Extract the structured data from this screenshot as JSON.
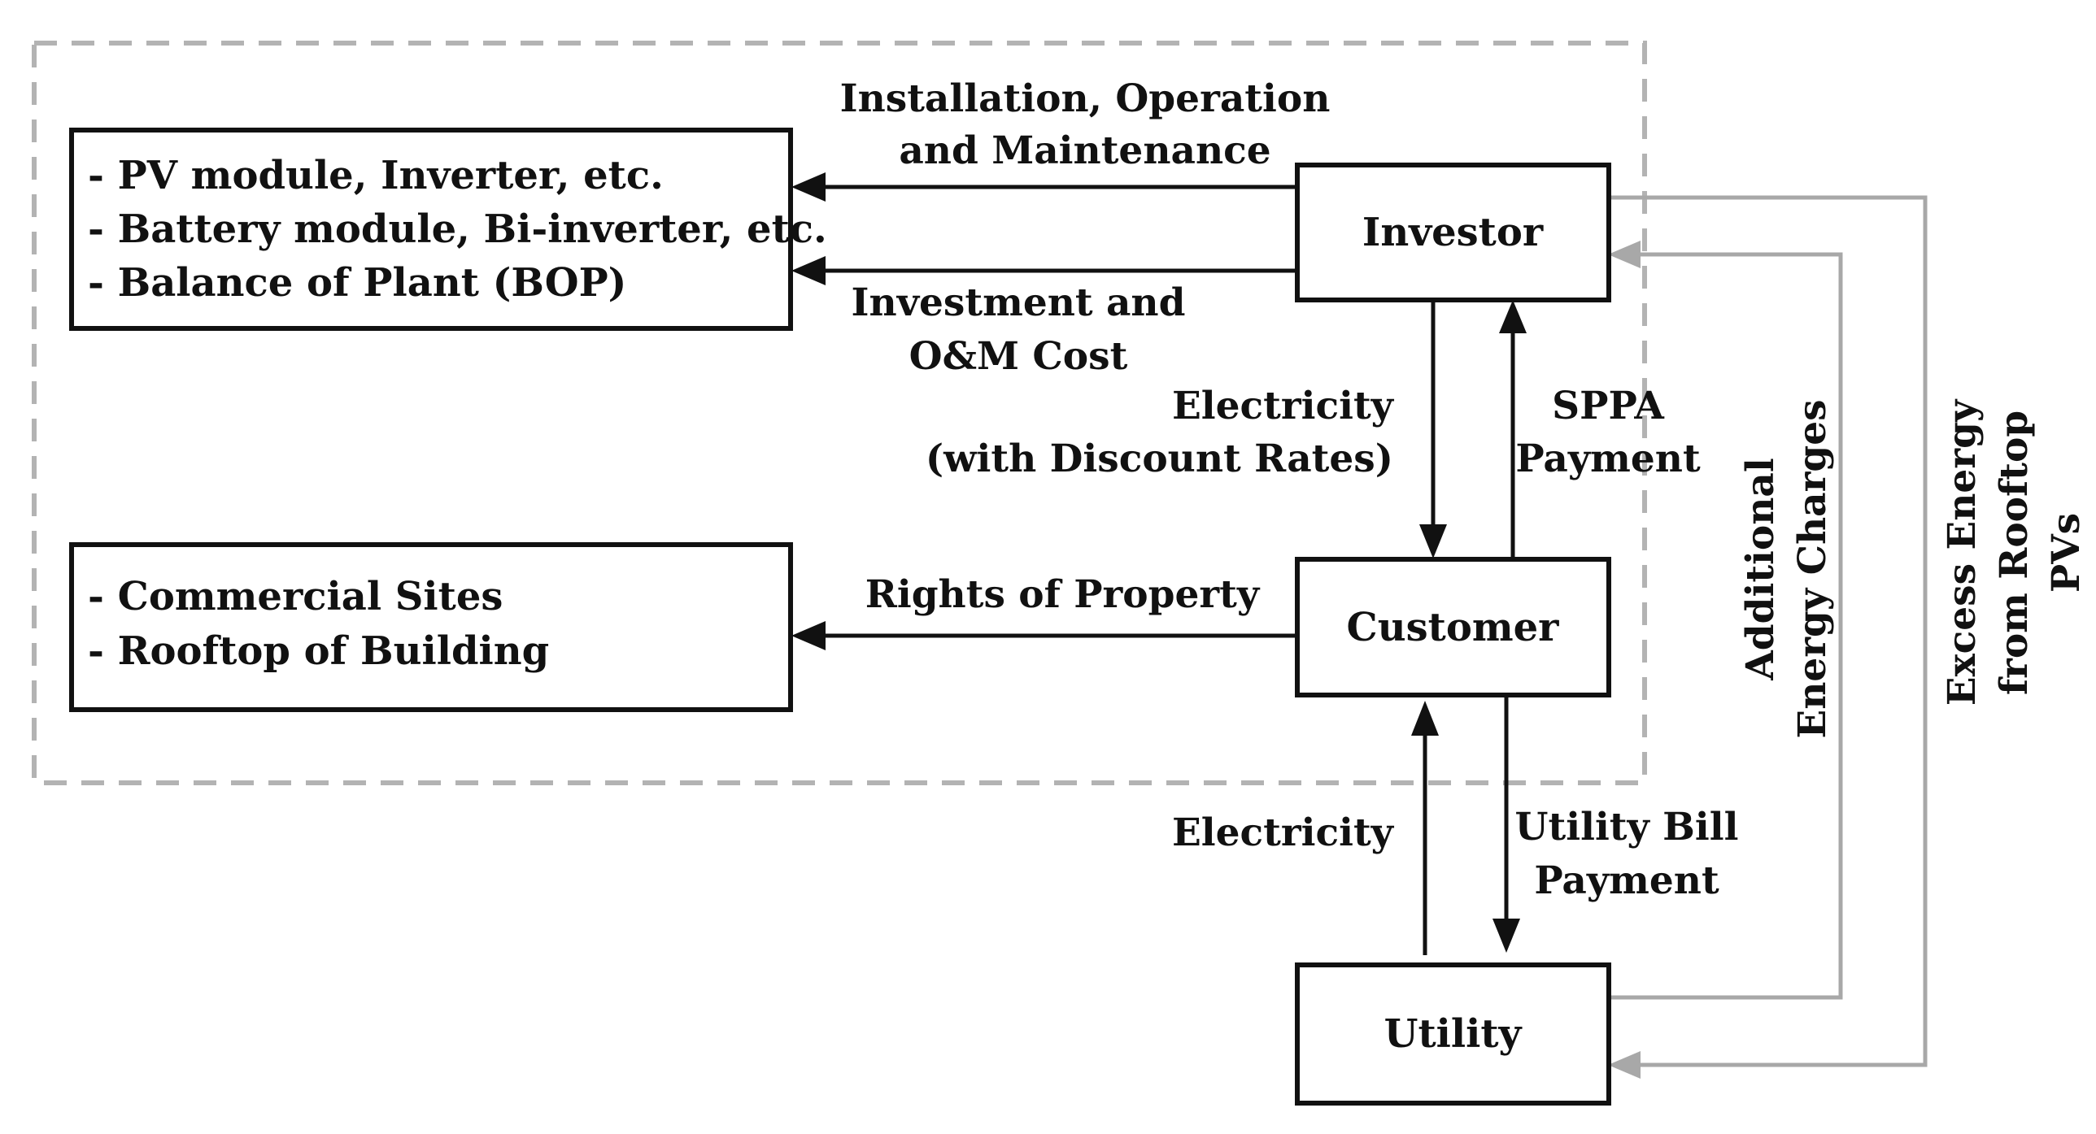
{
  "colors": {
    "ink": "#111111",
    "gray_connector": "#a8a8a8",
    "dashed_border": "#b3b3b3",
    "background": "#ffffff"
  },
  "boxes": {
    "equipment": {
      "lines": [
        "- PV module, Inverter, etc.",
        "- Battery module, Bi-inverter, etc.",
        "- Balance of Plant (BOP)"
      ]
    },
    "sites": {
      "lines": [
        "- Commercial Sites",
        "- Rooftop of Building"
      ]
    },
    "investor": {
      "label": "Investor"
    },
    "customer": {
      "label": "Customer"
    },
    "utility": {
      "label": "Utility"
    }
  },
  "labels": {
    "installation": [
      "Installation, Operation",
      "and Maintenance"
    ],
    "investment": [
      "Investment and",
      "O&M Cost"
    ],
    "electricity_discount": [
      "Electricity",
      "(with Discount Rates)"
    ],
    "sppa": [
      "SPPA",
      "Payment"
    ],
    "rights": [
      "Rights of Property"
    ],
    "electricity": [
      "Electricity"
    ],
    "utility_bill": [
      "Utility Bill",
      "Payment"
    ],
    "additional_energy": [
      "Additional",
      "Energy Charges"
    ],
    "excess_energy": [
      "Excess Energy",
      "from Rooftop",
      "PVs"
    ]
  }
}
